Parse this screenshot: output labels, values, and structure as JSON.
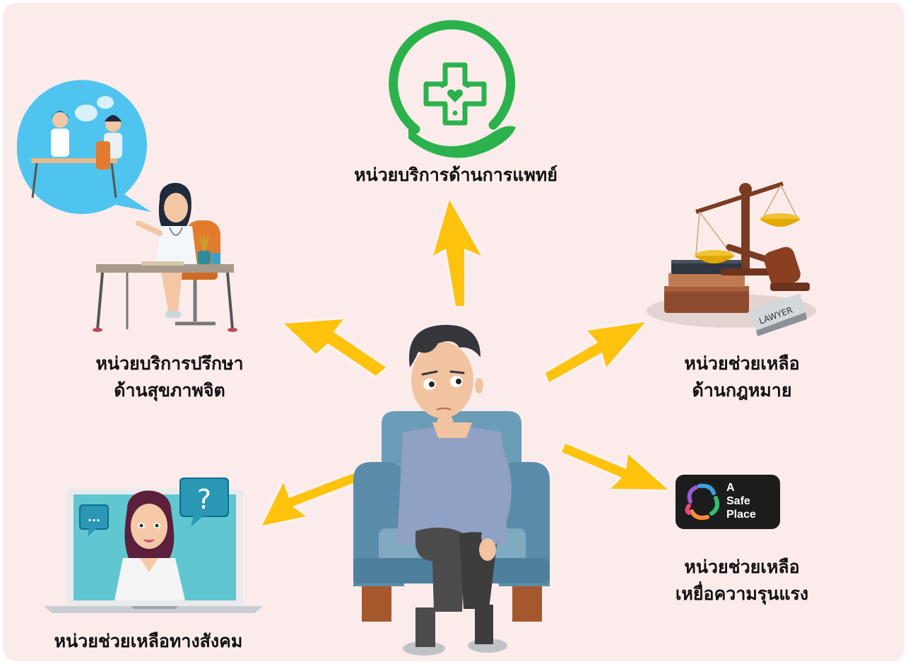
{
  "colors": {
    "background": "#fbeceb",
    "arrow": "#ffc20e",
    "medical_green": "#2bb24c",
    "label_text": "#111111"
  },
  "center": {
    "icon": "thinking-man-in-armchair"
  },
  "nodes": {
    "medical": {
      "label": "หน่วยบริการด้านการแพทย์",
      "icon": "medical-cross-hand-logo"
    },
    "mental": {
      "line1": "หน่วยบริการปรึกษา",
      "line2": "ด้านสุขภาพจิต",
      "icon": "counselor-at-desk"
    },
    "legal": {
      "line1": "หน่วยช่วยเหลือ",
      "line2": "ด้านกฎหมาย",
      "icon": "scales-books-gavel",
      "nameplate": "LAWYER"
    },
    "violence": {
      "line1": "หน่วยช่วยเหลือ",
      "line2": "เหยื่อความรุนแรง",
      "icon": "a-safe-place-logo",
      "logo_lines": [
        "A",
        "Safe",
        "Place"
      ]
    },
    "social": {
      "label": "หน่วยช่วยเหลือทางสังคม",
      "icon": "laptop-video-call",
      "bubble_left": "...",
      "bubble_right": "?"
    }
  }
}
